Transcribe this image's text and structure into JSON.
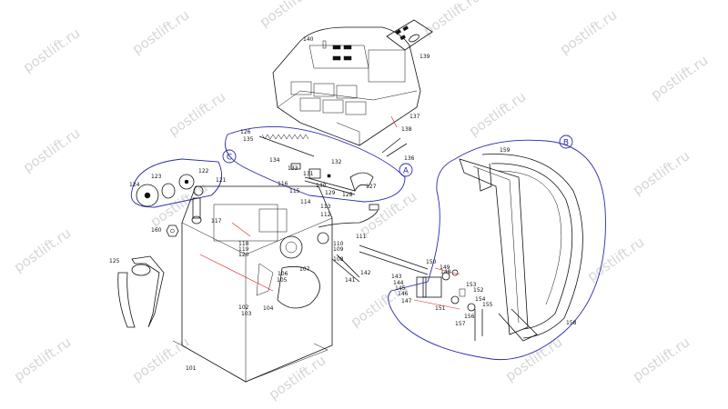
{
  "watermark": {
    "text": "postlift.ru"
  },
  "callouts": [
    {
      "letter": "A"
    },
    {
      "letter": "B"
    },
    {
      "letter": "C"
    }
  ],
  "labels": [
    "101",
    "102",
    "103",
    "104",
    "105",
    "106",
    "107",
    "108",
    "109",
    "110",
    "111",
    "112",
    "113",
    "114",
    "115",
    "116",
    "117",
    "118",
    "119",
    "120",
    "121",
    "122",
    "123",
    "124",
    "125",
    "126",
    "127",
    "128",
    "129",
    "130",
    "131",
    "132",
    "133",
    "134",
    "135",
    "136",
    "137",
    "138",
    "139",
    "140",
    "141",
    "142",
    "143",
    "144",
    "145",
    "146",
    "147",
    "148",
    "149",
    "150",
    "151",
    "152",
    "153",
    "154",
    "155",
    "156",
    "157",
    "158",
    "159",
    "160"
  ],
  "colors": {
    "callout": "#2a2ab0",
    "leader": "#d22",
    "line": "#111",
    "watermark": "#d6d6d6"
  }
}
